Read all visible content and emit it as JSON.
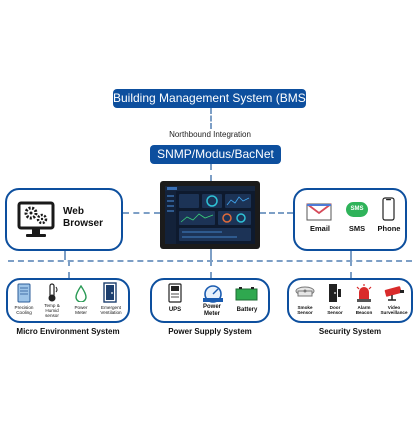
{
  "top": {
    "bms_title": "Building Management System (BMS)",
    "northbound": "Northbound Integration",
    "protocols": "SNMP/Modus/BacNet"
  },
  "web": {
    "label_line1": "Web",
    "label_line2": "Browser"
  },
  "notify": {
    "email": "Email",
    "sms": "SMS",
    "sms_badge": "SMS",
    "phone": "Phone"
  },
  "micro": {
    "title": "Micro Environment System",
    "items": [
      {
        "line1": "Precision",
        "line2": "Cooling"
      },
      {
        "line1": "Temp &",
        "line2": "Humid",
        "line3": "sensor"
      },
      {
        "line1": "Power",
        "line2": "Meter"
      },
      {
        "line1": "Emergent",
        "line2": "Ventilation"
      }
    ]
  },
  "power": {
    "title": "Power Supply System",
    "items": [
      {
        "line1": "UPS"
      },
      {
        "line1": "Power",
        "line2": "Meter"
      },
      {
        "line1": "Battery"
      }
    ]
  },
  "security": {
    "title": "Security System",
    "items": [
      {
        "line1": "Smoke",
        "line2": "Sensor"
      },
      {
        "line1": "Door",
        "line2": "Sensor"
      },
      {
        "line1": "Alarm",
        "line2": "Beacon"
      },
      {
        "line1": "Video",
        "line2": "Surveillance"
      }
    ]
  },
  "colors": {
    "accent": "#0d4f9e",
    "dashed": "#7d9fc6",
    "sms_green": "#2fb35a"
  },
  "icons": [
    "gears-monitor-icon",
    "email-envelope-icon",
    "sms-bubble-icon",
    "smartphone-icon",
    "precision-cooling-icon",
    "thermometer-icon",
    "power-meter-icon",
    "ventilation-door-icon",
    "ups-icon",
    "power-meter-gauge-icon",
    "battery-icon",
    "smoke-sensor-icon",
    "door-sensor-icon",
    "alarm-beacon-icon",
    "video-camera-icon"
  ]
}
